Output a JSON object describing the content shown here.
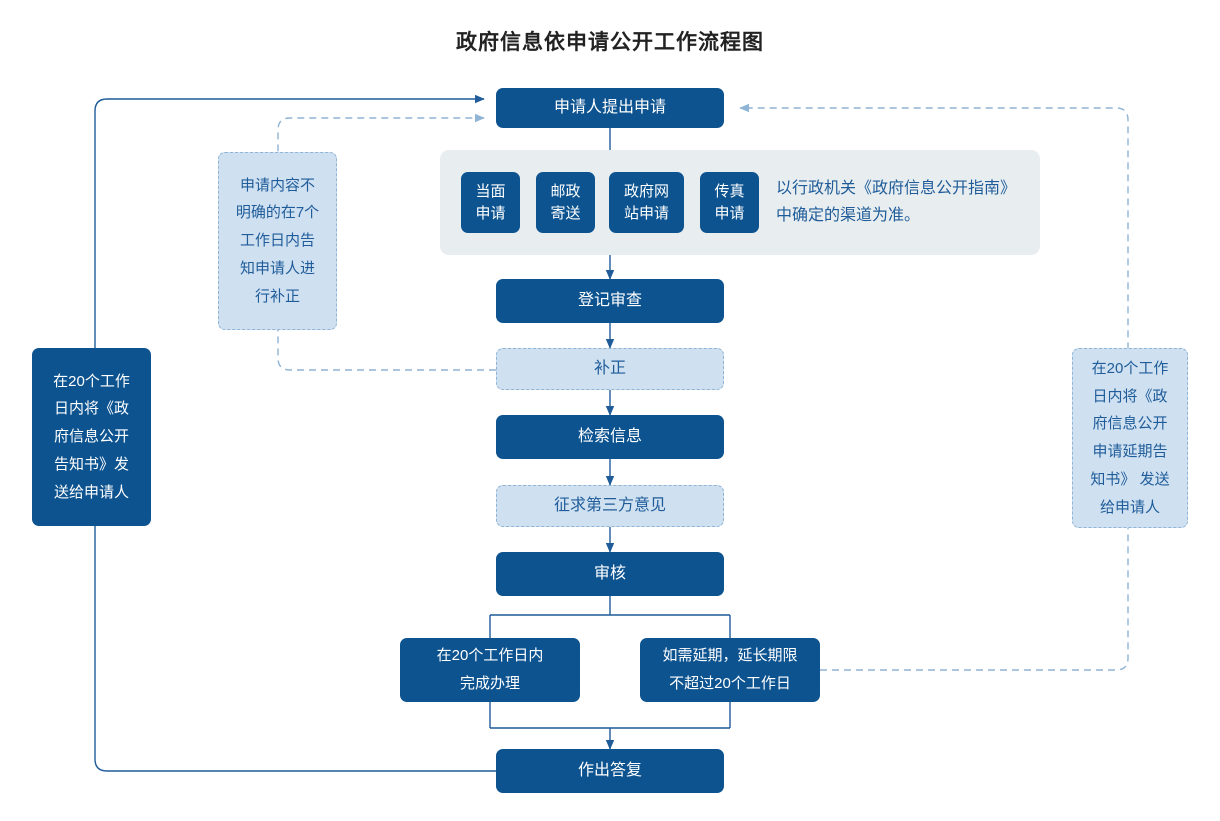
{
  "page": {
    "title": "政府信息依申请公开工作流程图",
    "colors": {
      "dark_blue": "#0c5390",
      "light_blue_fill": "#cfe0f1",
      "light_blue_text": "#1f5c99",
      "panel_grey": "#e8edf0",
      "connector": "#1f5c99",
      "title_text": "#222222"
    }
  },
  "nodes": {
    "start": "申请人提出申请",
    "register_review": "登记审查",
    "supplement": "补正",
    "retrieve_info": "检索信息",
    "third_party": "征求第三方意见",
    "audit": "审核",
    "reply": "作出答复"
  },
  "channels": {
    "panel_note": "以行政机关《政府信息公开指南》\n中确定的渠道为准。",
    "items": [
      {
        "label": "当面\n申请"
      },
      {
        "label": "邮政\n寄送"
      },
      {
        "label": "政府网\n站申请"
      },
      {
        "label": "传真\n申请"
      }
    ]
  },
  "branches": {
    "on_time": "在20个工作日内\n完成办理",
    "extension": "如需延期，延长期限\n不超过20个工作日"
  },
  "annotations": {
    "left_note": "申请内容不\n明确的在7个\n工作日内告\n知申请人进\n行补正",
    "left_box": "在20个工作\n日内将《政\n府信息公开\n告知书》发\n送给申请人",
    "right_box": "在20个工作\n日内将《政\n府信息公开\n申请延期告\n知书》 发送\n给申请人"
  }
}
